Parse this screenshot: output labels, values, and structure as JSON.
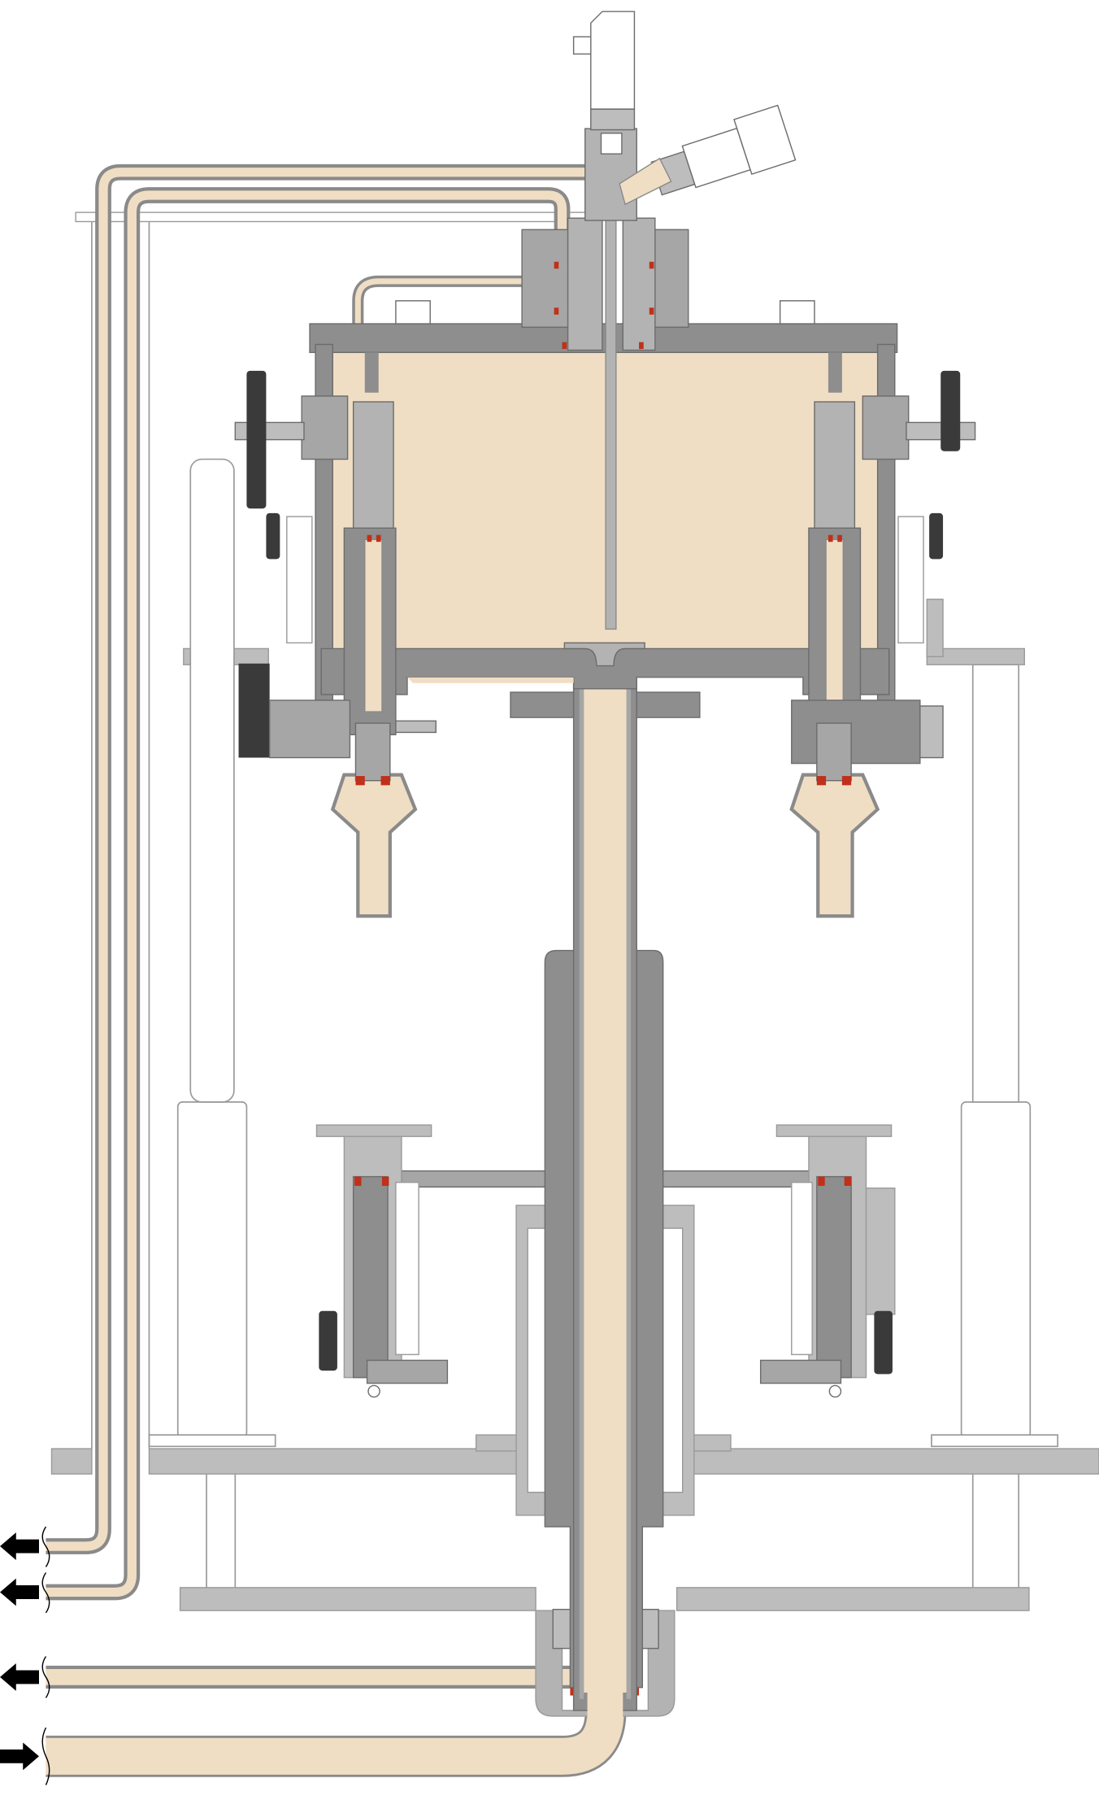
{
  "colors": {
    "product": "#f0dec4",
    "housing_dark": "#8e8e8e",
    "housing_mid": "#a6a6a6",
    "frame_light": "#bdbdbd",
    "outline": "#6c6c6c",
    "seal": "#c0301a",
    "handwheel": "#3a3a3a",
    "arrow": "#000000"
  },
  "flow_arrows": [
    {
      "icon": "arrow-left-icon",
      "direction": "out"
    },
    {
      "icon": "arrow-left-icon",
      "direction": "out"
    },
    {
      "icon": "arrow-left-icon",
      "direction": "out"
    },
    {
      "icon": "arrow-right-icon",
      "direction": "in"
    }
  ]
}
